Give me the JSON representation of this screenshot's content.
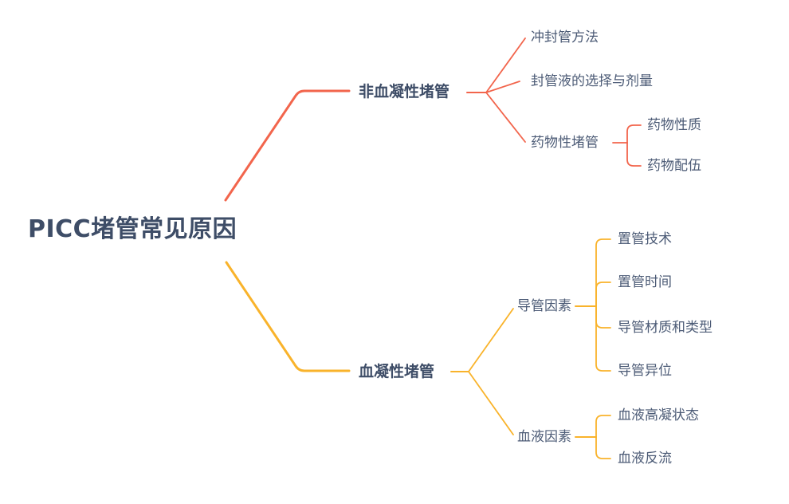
{
  "colors": {
    "branch_top": "#f2654c",
    "branch_bottom": "#f9b32b",
    "text_dark": "#3e4d67",
    "text_regular": "#4c5b76",
    "background": "#ffffff"
  },
  "mindmap": {
    "root": "PICC堵管常见原因",
    "top_branch": {
      "label": "非血凝性堵管",
      "children": [
        {
          "label": "冲封管方法"
        },
        {
          "label": "封管液的选择与剂量"
        },
        {
          "label": "药物性堵管",
          "children": [
            {
              "label": "药物性质"
            },
            {
              "label": "药物配伍"
            }
          ]
        }
      ]
    },
    "bottom_branch": {
      "label": "血凝性堵管",
      "children": [
        {
          "label": "导管因素",
          "children": [
            {
              "label": "置管技术"
            },
            {
              "label": "置管时间"
            },
            {
              "label": "导管材质和类型"
            },
            {
              "label": "导管异位"
            }
          ]
        },
        {
          "label": "血液因素",
          "children": [
            {
              "label": "血液高凝状态"
            },
            {
              "label": "血液反流"
            }
          ]
        }
      ]
    }
  }
}
